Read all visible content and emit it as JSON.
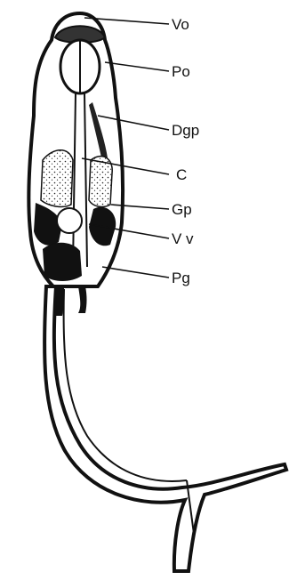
{
  "figure": {
    "labels": {
      "vo": "Vo",
      "po": "Po",
      "dgp": "Dgp",
      "c": "C",
      "gp": "Gp",
      "vv": "V v",
      "pg": "Pg"
    }
  },
  "colors": {
    "ink": "#111111",
    "background": "#ffffff"
  }
}
